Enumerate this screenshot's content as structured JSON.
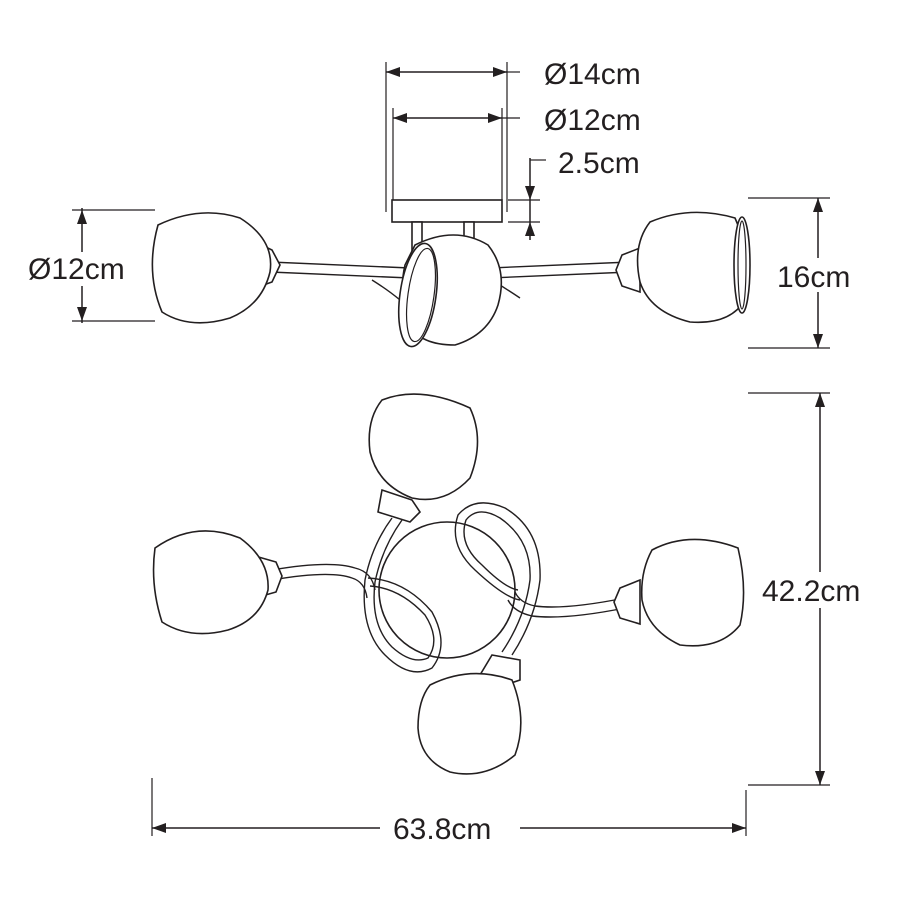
{
  "dimensions": {
    "canopy_outer_diameter": "Ø14cm",
    "canopy_inner_diameter": "Ø12cm",
    "canopy_height": "2.5cm",
    "shade_diameter": "Ø12cm",
    "side_height": "16cm",
    "top_depth": "42.2cm",
    "top_width": "63.8cm"
  },
  "colors": {
    "line": "#231f20",
    "background": "#ffffff"
  }
}
